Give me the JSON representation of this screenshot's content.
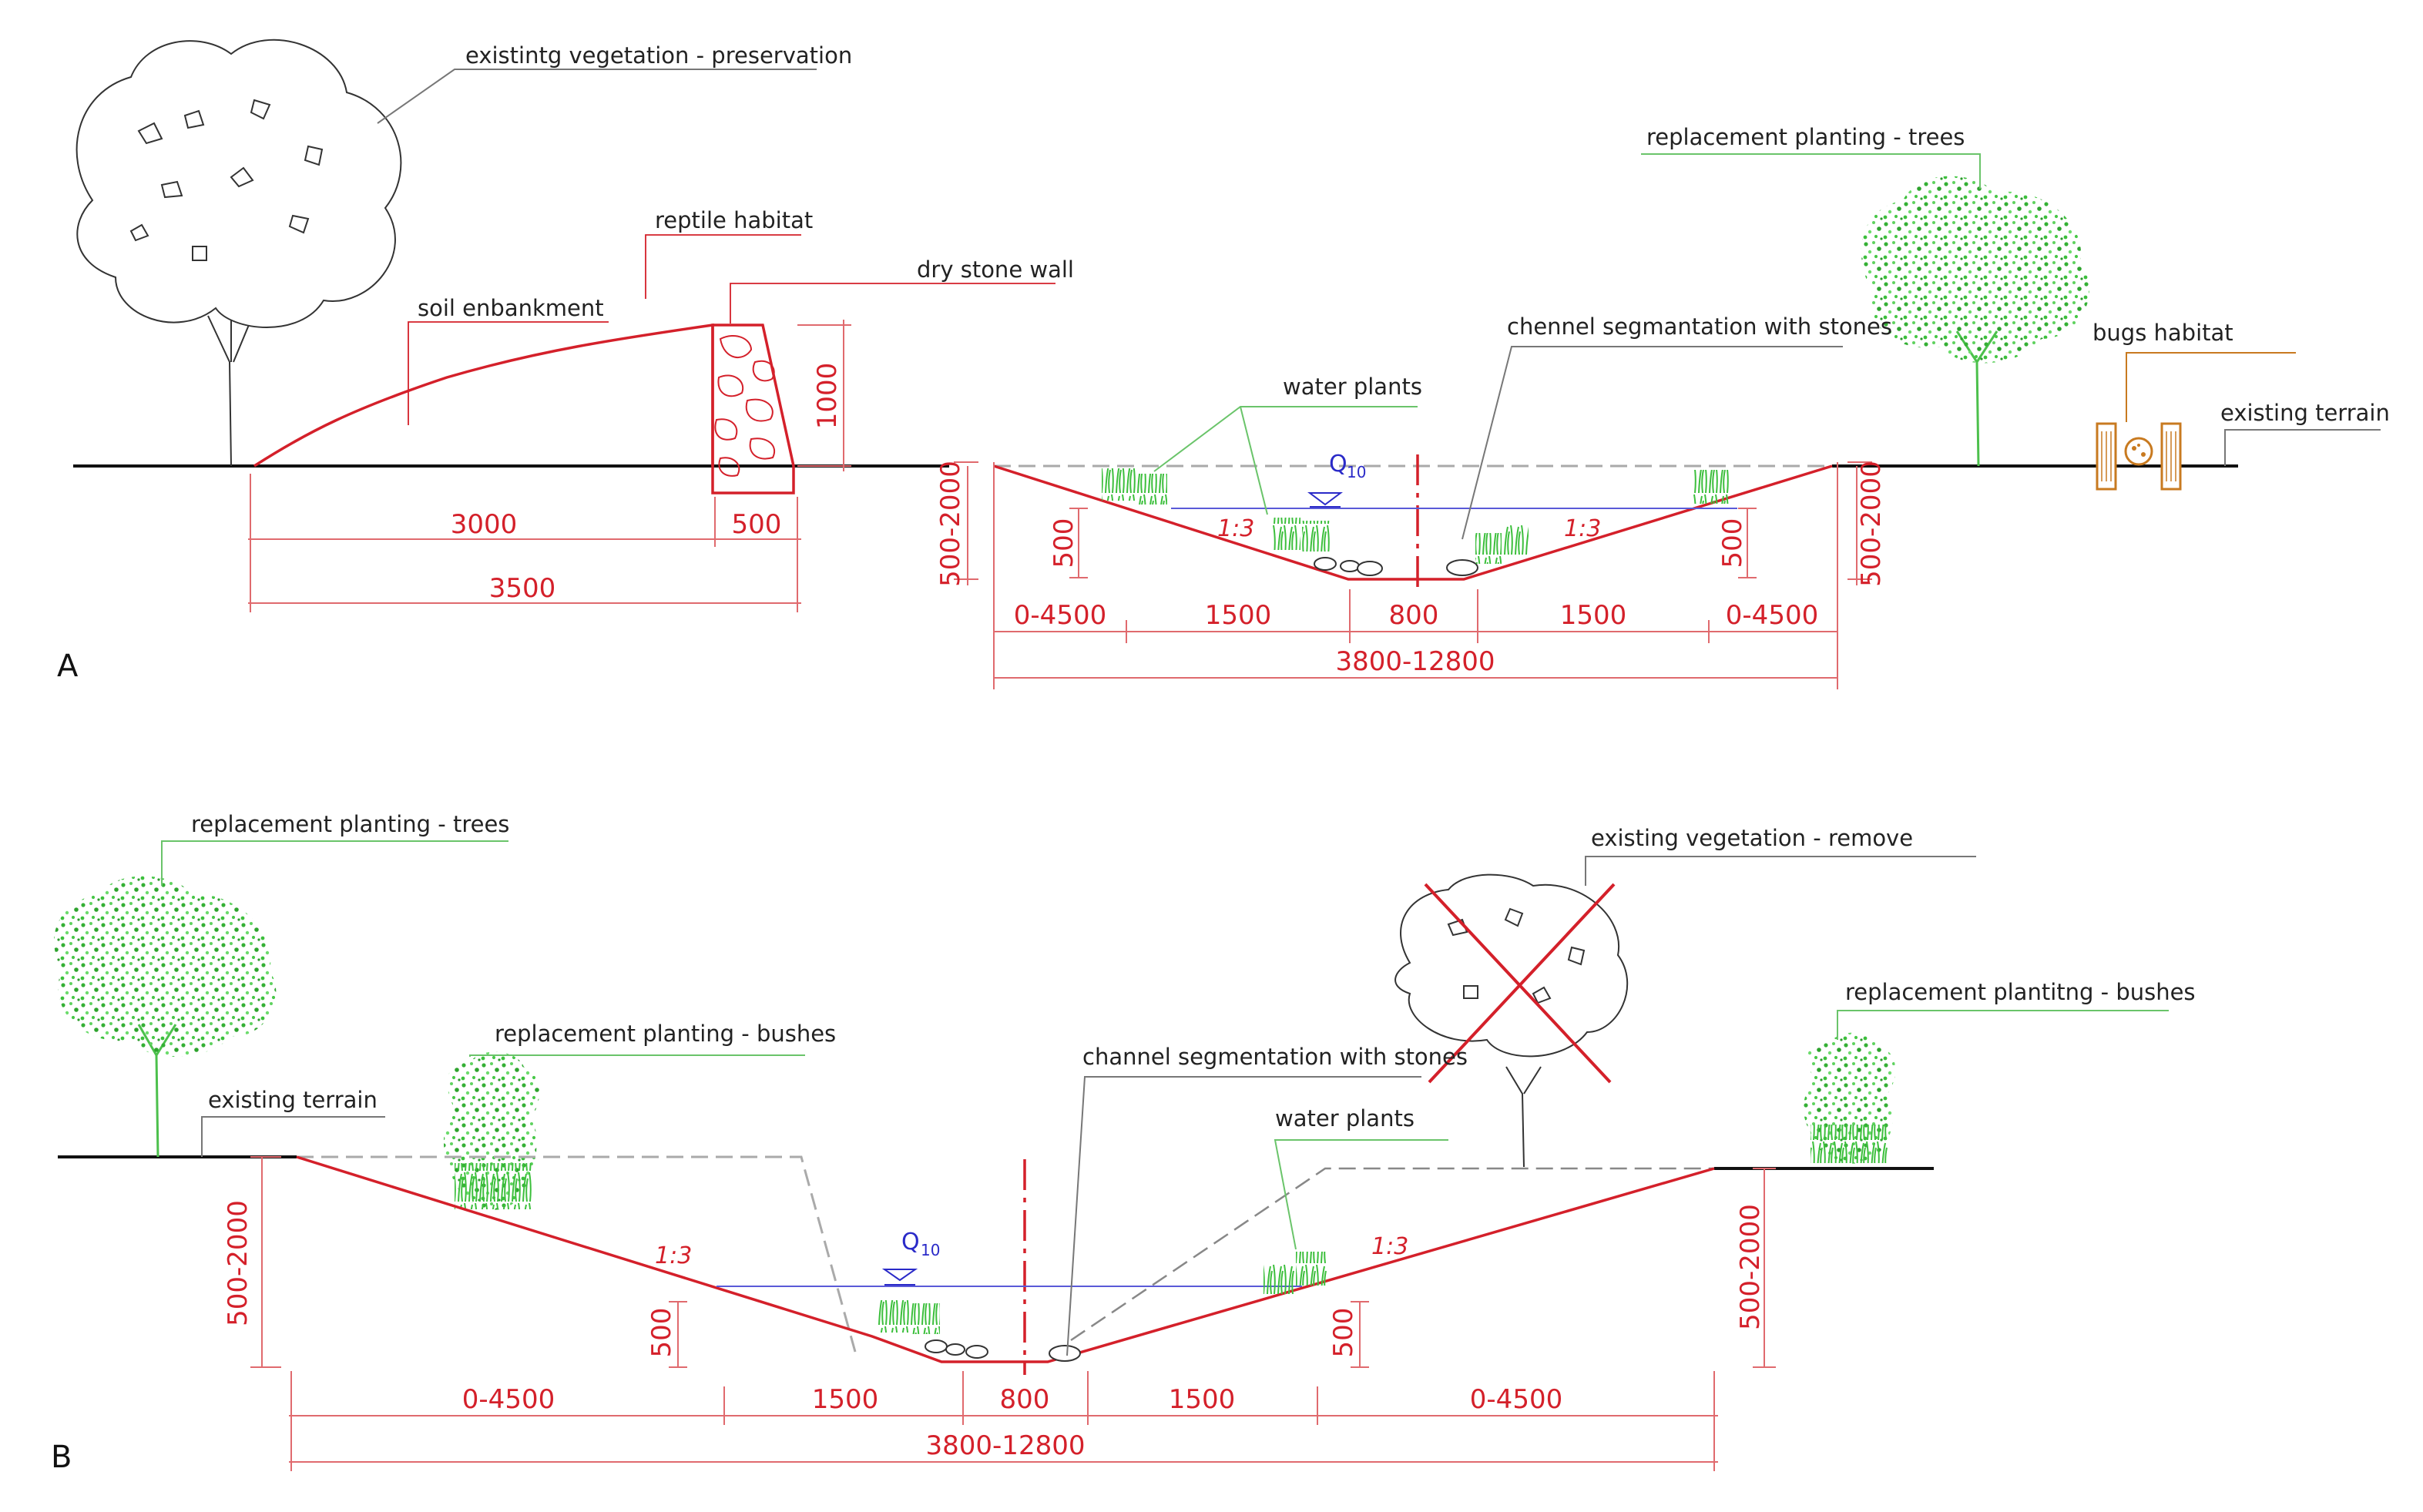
{
  "section_a": {
    "letter": "A",
    "labels": {
      "existing_vegetation": "existintg vegetation - preservation",
      "reptile_habitat": "reptile habitat",
      "soil_embankment": "soil enbankment",
      "dry_stone_wall": "dry stone wall",
      "water_plants": "water plants",
      "channel_segmentation": "chennel segmantation with stones",
      "replacement_trees": "replacement planting - trees",
      "bugs_habitat": "bugs habitat",
      "existing_terrain": "existing terrain"
    },
    "dims": {
      "d3000": "3000",
      "d500": "500",
      "d3500": "3500",
      "d1000": "1000",
      "depth_left": "500-2000",
      "depth_right": "500-2000",
      "h500_left": "500",
      "h500_right": "500",
      "w0_4500_left": "0-4500",
      "w1500_left": "1500",
      "w800": "800",
      "w1500_right": "1500",
      "w0_4500_right": "0-4500",
      "total": "3800-12800"
    },
    "slope_left": "1:3",
    "slope_right": "1:3",
    "q_main": "Q",
    "q_sub": "10"
  },
  "section_b": {
    "letter": "B",
    "labels": {
      "replacement_trees": "replacement planting - trees",
      "replacement_bushes_left": "replacement planting - bushes",
      "existing_terrain": "existing terrain",
      "channel_segmentation": "channel segmentation with stones",
      "existing_vegetation_remove": "existing vegetation - remove",
      "water_plants": "water plants",
      "replacement_bushes_right": "replacement plantitng - bushes"
    },
    "dims": {
      "depth_left": "500-2000",
      "depth_right": "500-2000",
      "h500_left": "500",
      "h500_right": "500",
      "w0_4500_left": "0-4500",
      "w1500_left": "1500",
      "w800": "800",
      "w1500_right": "1500",
      "w0_4500_right": "0-4500",
      "total": "3800-12800"
    },
    "slope_left": "1:3",
    "slope_right": "1:3",
    "q_main": "Q",
    "q_sub": "10"
  },
  "colors": {
    "construction": "#d4202a",
    "terrain": "#111111",
    "planting": "#3cbf3c",
    "bugs_habitat": "#c87a20",
    "water_level": "#2a2ac8"
  }
}
